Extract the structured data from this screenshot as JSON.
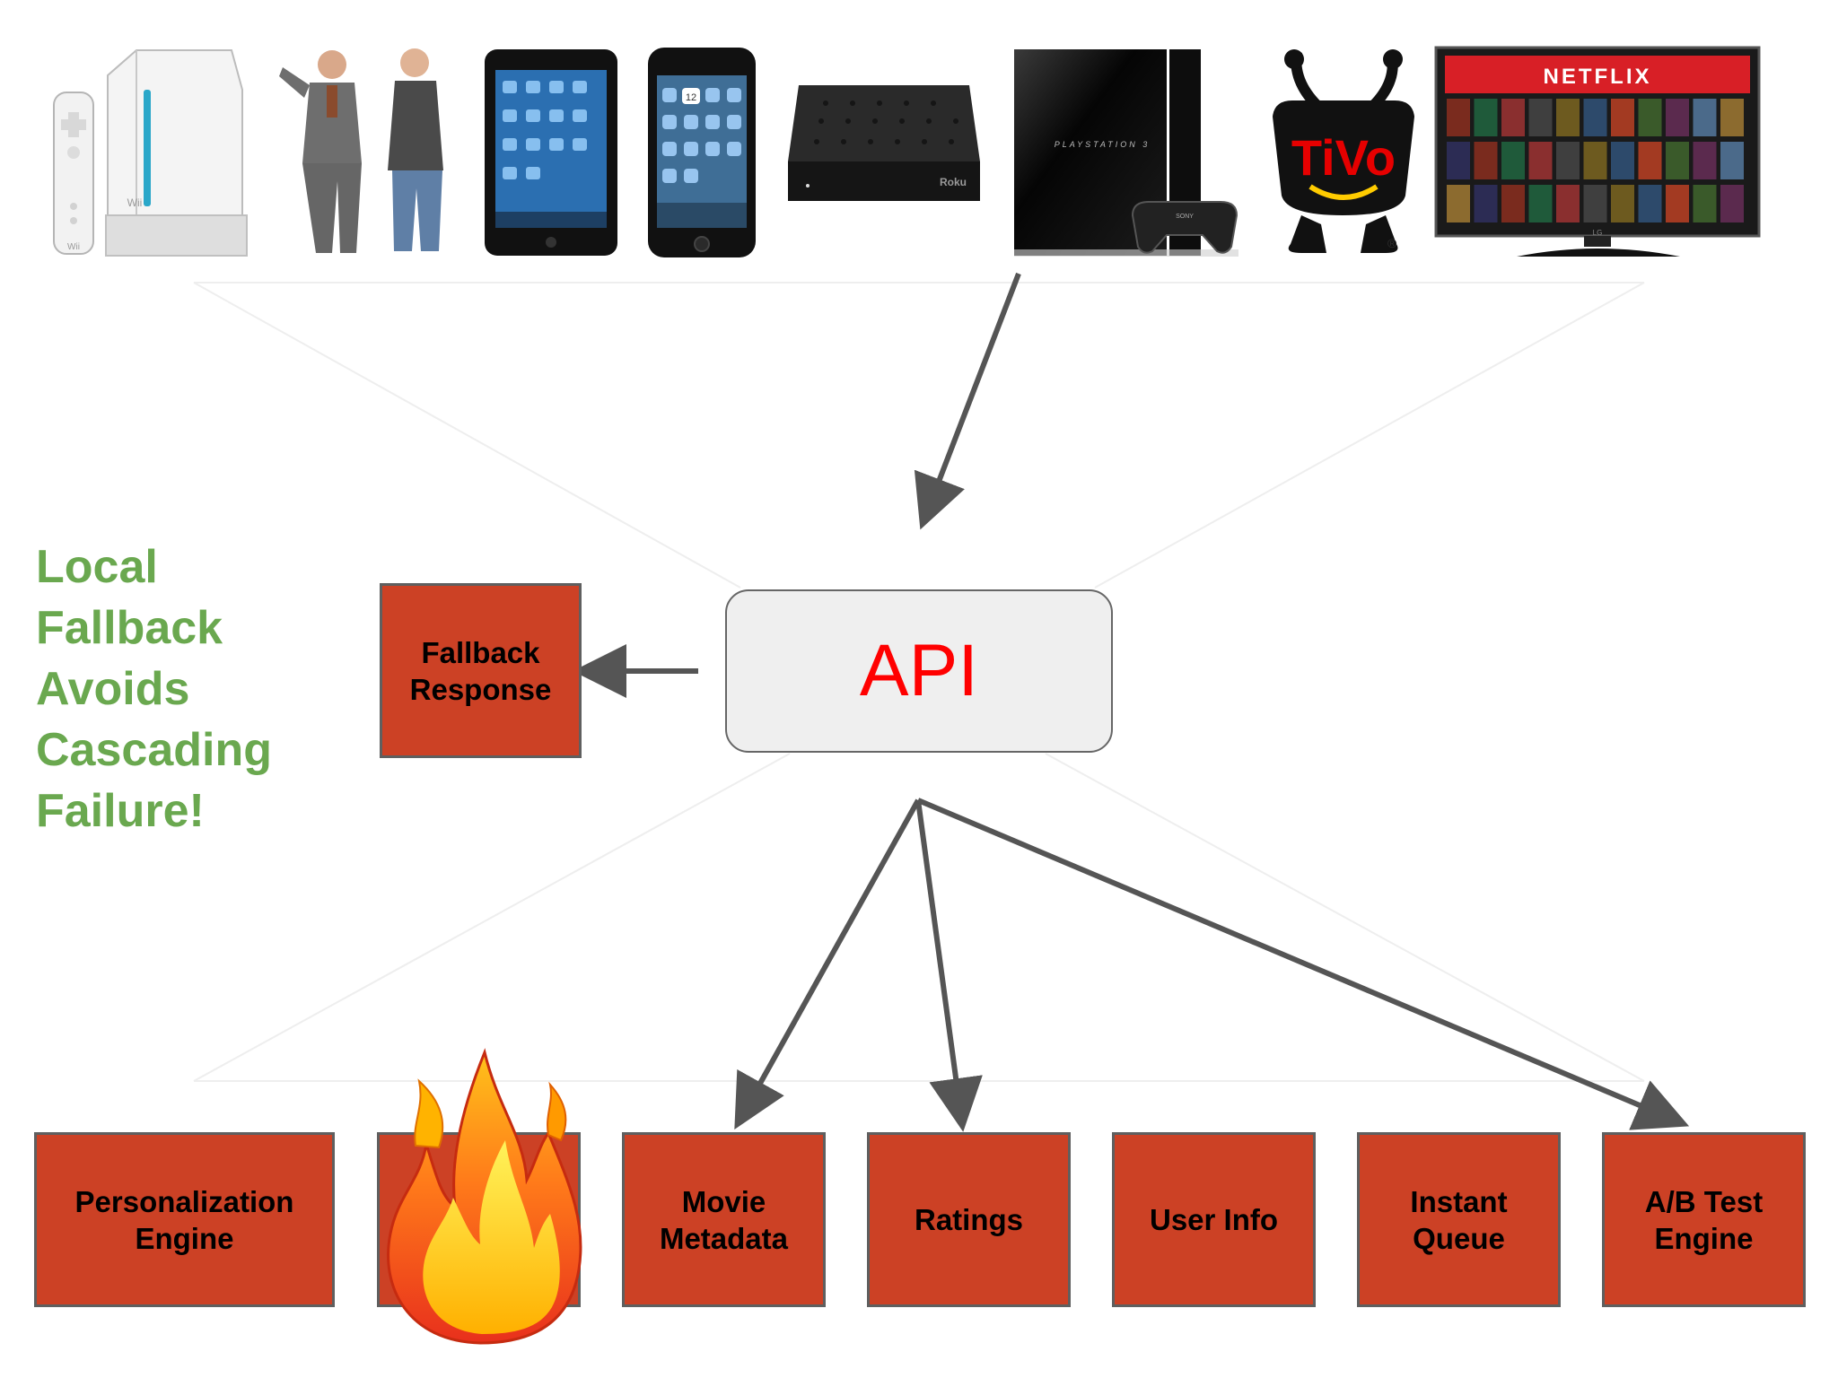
{
  "slogan": {
    "lines": [
      "Local",
      "Fallback",
      "Avoids",
      "Cascading",
      "Failure!"
    ]
  },
  "api": {
    "label": "API"
  },
  "fallback": {
    "label": "Fallback\nResponse"
  },
  "devices": {
    "wii_label": "Wii",
    "playstation_label": "PLAYSTATION 3",
    "sony_label": "SONY",
    "roku_label": "Roku",
    "tivo_label": "TiVo",
    "tivo_mark": "®",
    "netflix_label": "NETFLIX",
    "tv_brand": "LG",
    "phone_date": "12"
  },
  "services": [
    {
      "label": "Personalization\nEngine",
      "status": "ok"
    },
    {
      "label": "",
      "status": "failed"
    },
    {
      "label": "Movie\nMetadata",
      "status": "ok"
    },
    {
      "label": "Ratings",
      "status": "ok"
    },
    {
      "label": "User Info",
      "status": "ok"
    },
    {
      "label": "Instant\nQueue",
      "status": "ok"
    },
    {
      "label": "A/B Test\nEngine",
      "status": "ok"
    }
  ],
  "colors": {
    "box_fill": "#cc4125",
    "box_border": "#5f5f5f",
    "arrow": "#555555",
    "slogan": "#6aa84f",
    "api_text": "#ff0000",
    "netflix_red": "#e50914"
  },
  "icons": [
    "wii-console-icon",
    "mac-pc-people-icon",
    "ipad-icon",
    "iphone-icon",
    "roku-box-icon",
    "playstation3-icon",
    "tivo-icon",
    "netflix-tv-icon",
    "fire-icon"
  ]
}
